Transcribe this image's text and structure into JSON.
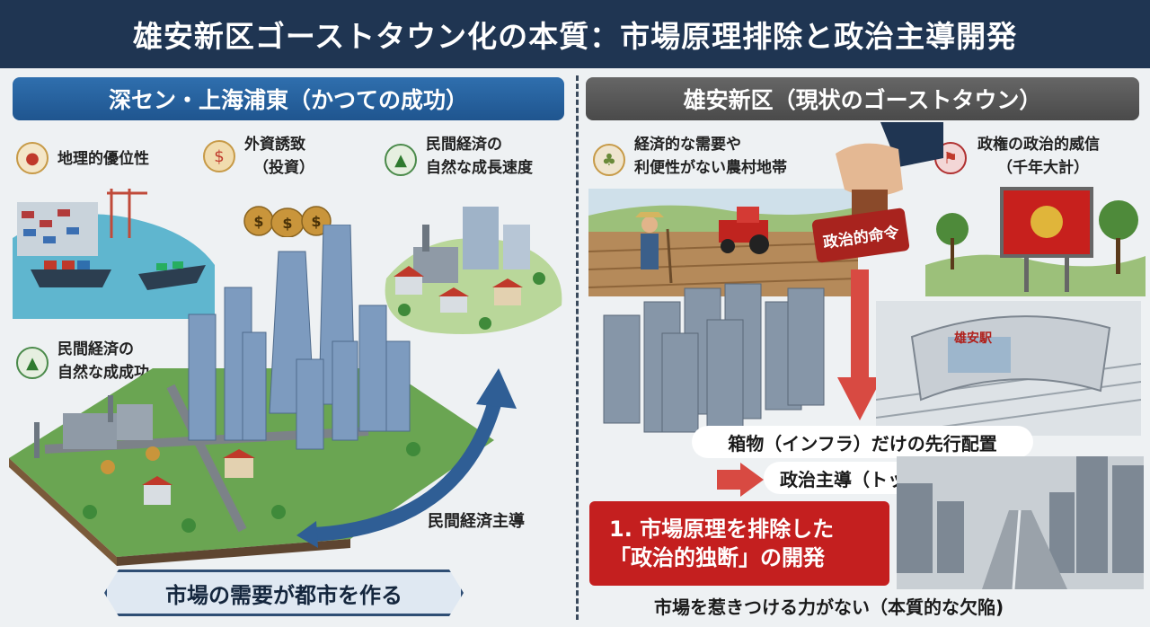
{
  "title": "雄安新区ゴーストタウン化の本質：市場原理排除と政治主導開発",
  "left": {
    "heading": "深セン・上海浦東（かつての成功）",
    "labels": {
      "geo": "地理的優位性",
      "invest_line1": "外資誘致",
      "invest_line2": "（投資）",
      "growth_line1": "民間経済の",
      "growth_line2": "自然な成長速度",
      "success_line1": "民間経済の",
      "success_line2": "自然な成成功"
    },
    "arrow_label": "民間経済主導",
    "ribbon": "市場の需要が都市を作る"
  },
  "right": {
    "heading": "雄安新区（現状のゴーストタウン）",
    "labels": {
      "rural_line1": "経済的な需要や",
      "rural_line2": "利便性がない農村地帯",
      "authority_line1": "政権の政治的威信",
      "authority_line2": "（千年大計）"
    },
    "stamp": "政治的命令",
    "station_sign": "雄安駅",
    "infra": "箱物（インフラ）だけの先行配置",
    "topdown": "政治主導（トップダウン）",
    "redbox_line1": "1. 市場原理を排除した",
    "redbox_line2": "「政治的独断」の開発",
    "bottom": "市場を惹きつける力がない（本質的な欠陥)"
  },
  "colors": {
    "navy": "#1f3552",
    "blue": "#1f558f",
    "gray": "#4a4a4a",
    "red": "#c41f1f"
  }
}
